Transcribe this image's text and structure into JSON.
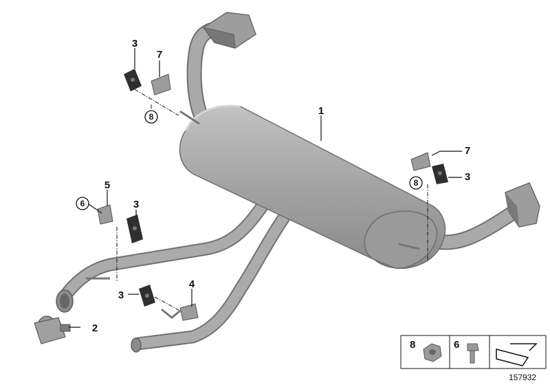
{
  "callouts": {
    "muffler": "1",
    "clamp": "2",
    "hanger_top_left": "3",
    "hanger_right": "3",
    "hanger_mid_left": "3",
    "hanger_bottom": "3",
    "bracket_bottom": "4",
    "bracket_left": "5",
    "bolt_left": "6",
    "bracket_top": "7",
    "bracket_right": "7",
    "nut_top": "8",
    "nut_right": "8"
  },
  "legend": {
    "nut": "8",
    "bolt": "6"
  },
  "diagram_id": "157932",
  "colors": {
    "part_fill": "#a6a6a6",
    "part_dark": "#7d7d7d",
    "rubber": "#2f2f2f",
    "line": "#111111"
  },
  "icons": [
    "muffler-icon",
    "tailpipe-icon",
    "clamp-icon",
    "rubber-hanger-icon",
    "bracket-icon",
    "nut-icon",
    "bolt-icon",
    "arrow-icon"
  ]
}
